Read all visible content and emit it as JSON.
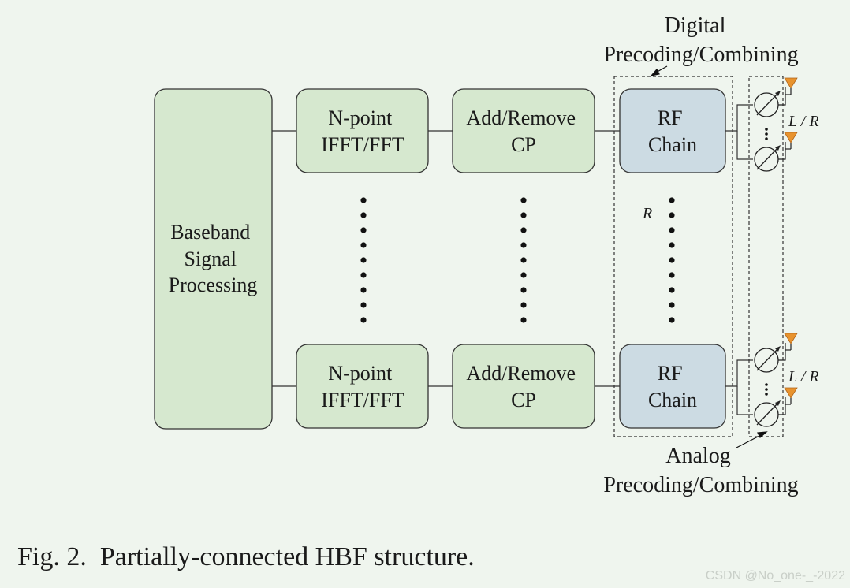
{
  "baseband": {
    "lines": [
      "Baseband",
      "Signal",
      "Processing"
    ]
  },
  "fft": {
    "lines": [
      "N-point",
      "IFFT/FFT"
    ]
  },
  "cp": {
    "lines": [
      "Add/Remove",
      "CP"
    ]
  },
  "rf": {
    "lines": [
      "RF",
      "Chain"
    ]
  },
  "digital_label": {
    "lines": [
      "Digital",
      "Precoding/Combining"
    ]
  },
  "analog_label": {
    "lines": [
      "Analog",
      "Precoding/Combining"
    ]
  },
  "r_label": "R",
  "lr_label": "L / R",
  "caption": "Fig. 2.  Partially-connected HBF structure.",
  "watermark": "CSDN @No_one-_-2022",
  "colors": {
    "green_box": "#d6e8cf",
    "blue_box": "#ccdbe3",
    "antenna": "#e8932e"
  }
}
